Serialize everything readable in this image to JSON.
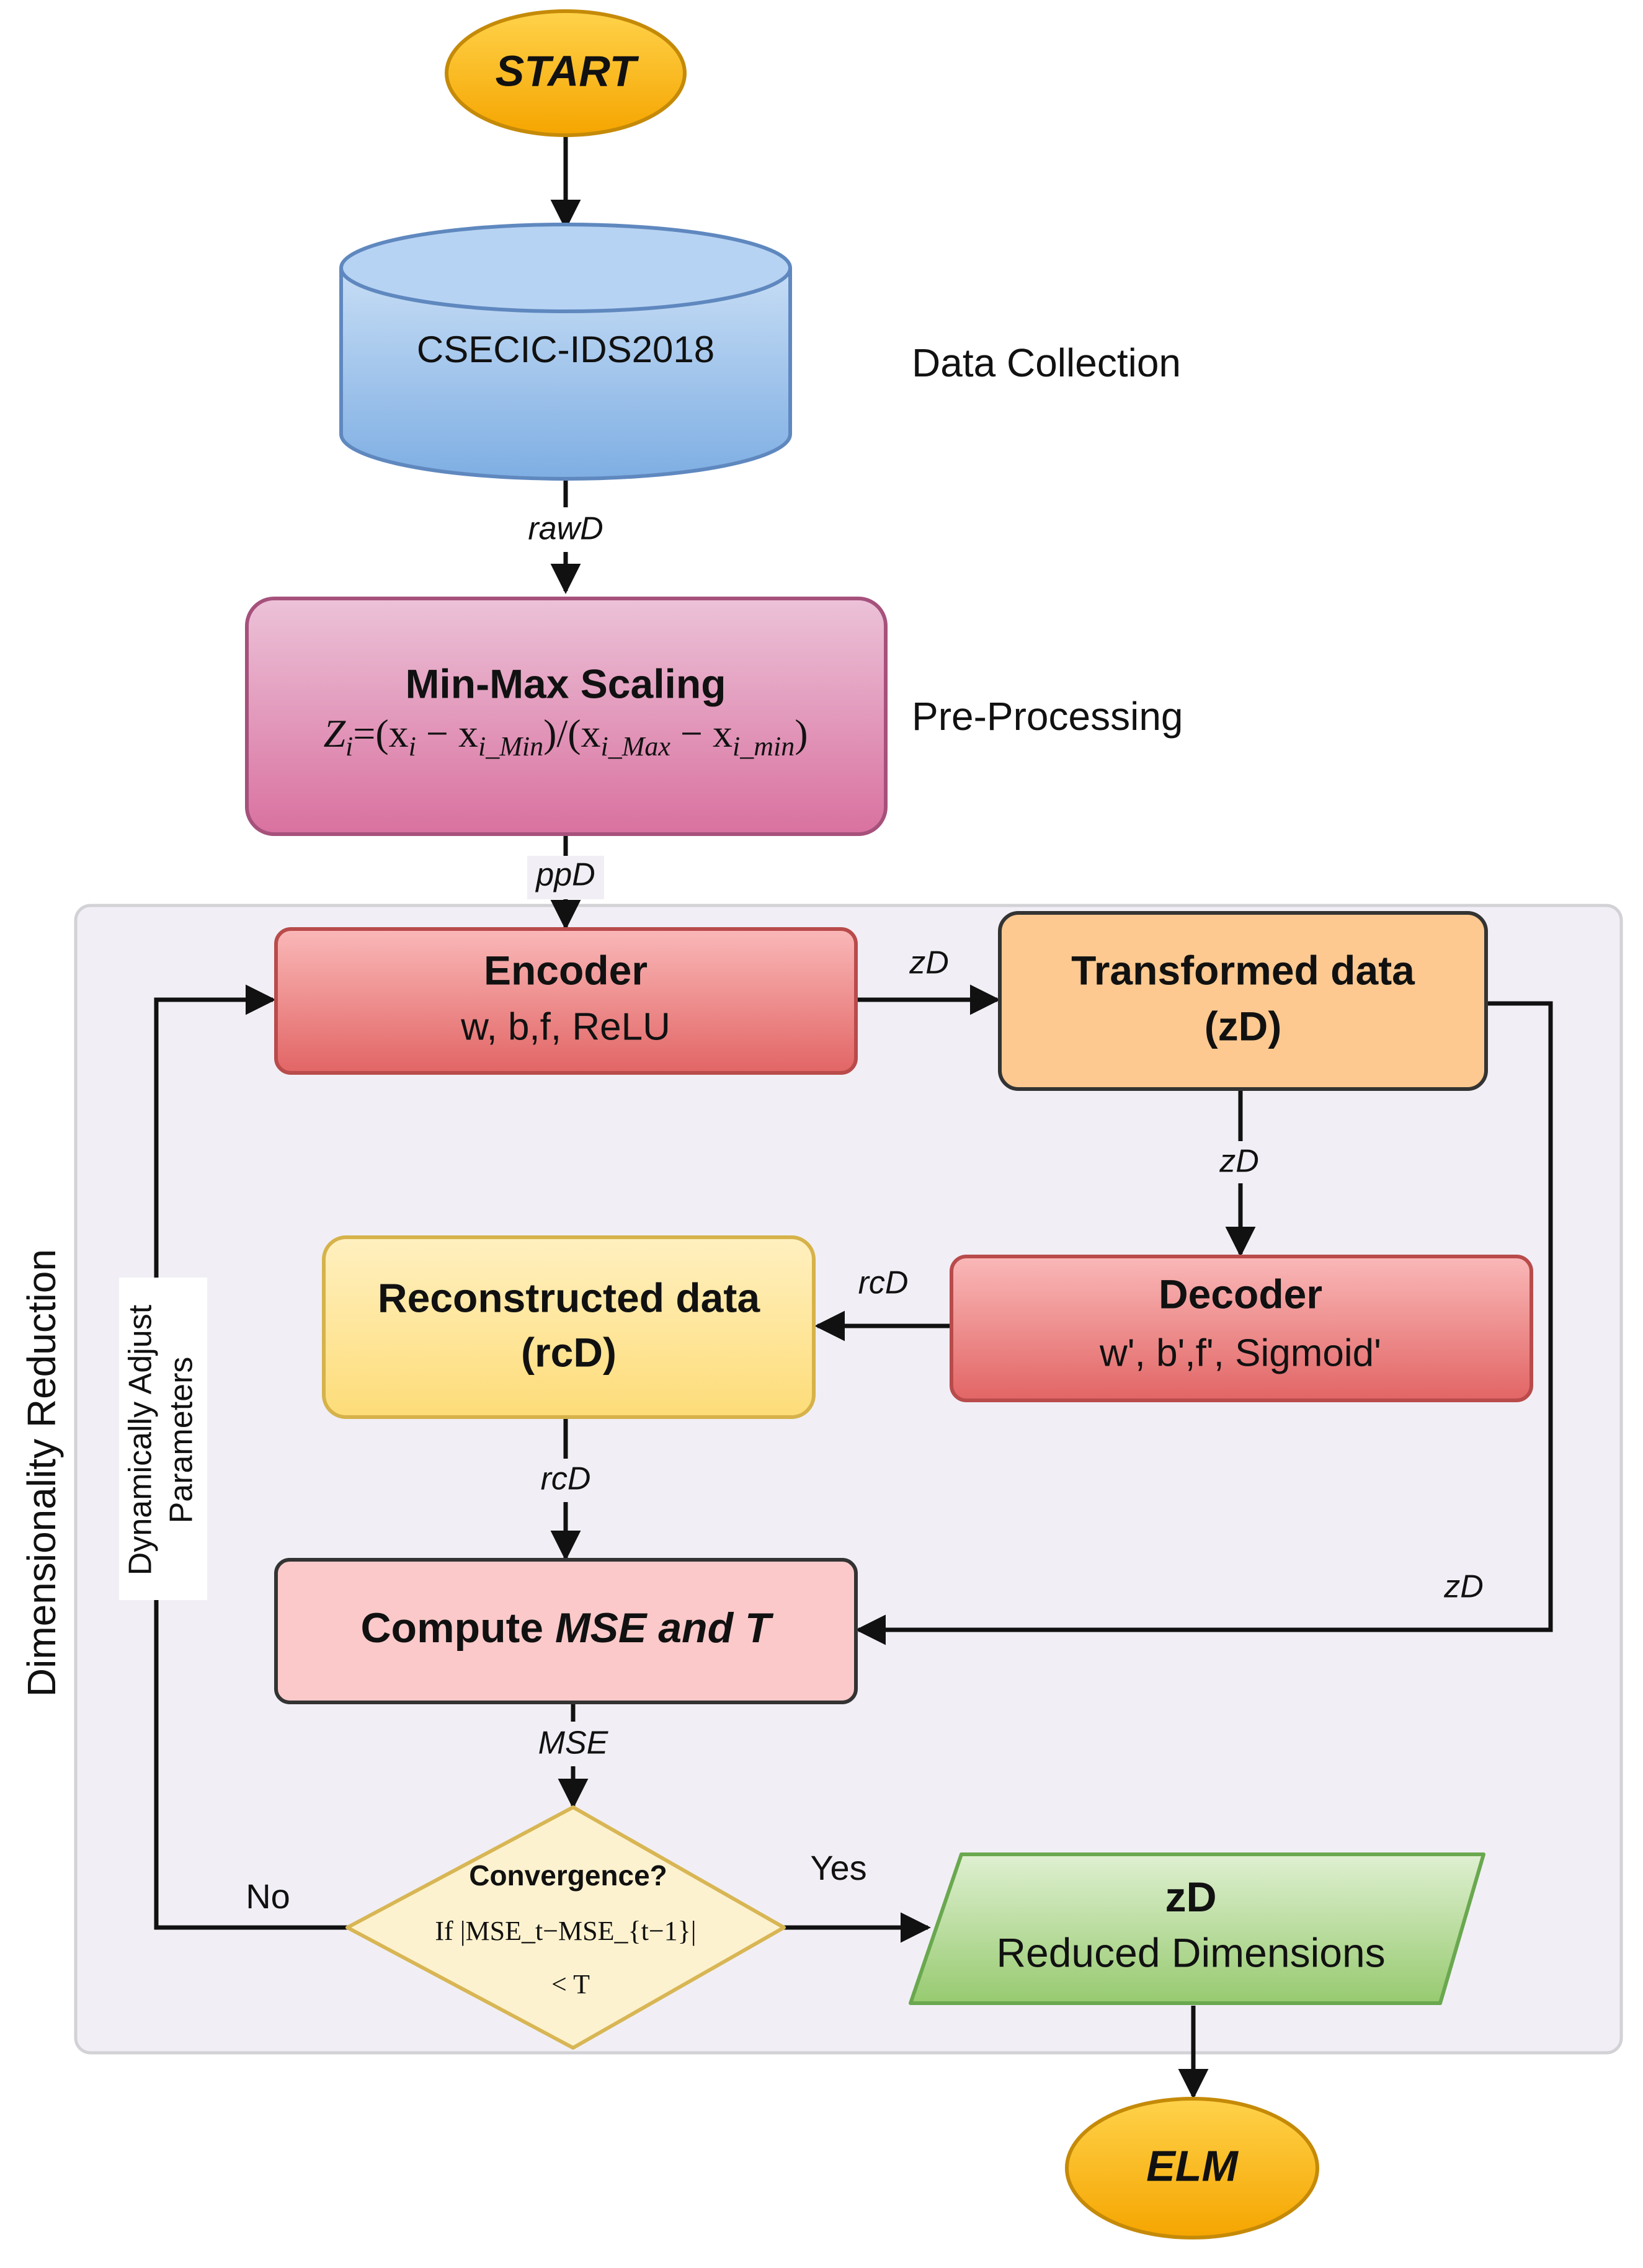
{
  "nodes": {
    "start": "START",
    "dataset": "CSECIC-IDS2018",
    "minmax_title": "Min-Max Scaling",
    "encoder_title": "Encoder",
    "encoder_params": "w, b,f, ReLU",
    "transformed_title": "Transformed data",
    "transformed_sub": "(zD)",
    "decoder_title": "Decoder",
    "decoder_params": "w', b',f', Sigmoid'",
    "reconstructed_title": "Reconstructed data",
    "reconstructed_sub": "(rcD)",
    "compute_prefix": "Compute ",
    "compute_italic": "MSE and T",
    "convergence_title": "Convergence?",
    "convergence_line1": "If |MSE_t−MSE_{t−1}|",
    "convergence_line2": "< T",
    "reduced_title": "zD",
    "reduced_sub": "Reduced Dimensions",
    "elm": "ELM"
  },
  "formula": {
    "z": "Z",
    "i": "i",
    "eq": "=(",
    "x": "x",
    "minus": " − ",
    "min_sub": "i_Min",
    "mid": ")/(",
    "max_sub": "i_Max",
    "min_sub2": "i_min",
    "close": ")"
  },
  "stages": {
    "data_collection": "Data Collection",
    "pre_processing": "Pre-Processing",
    "dimensionality_reduction": "Dimensionality Reduction"
  },
  "edges": {
    "raw": "rawD",
    "pp": "ppD",
    "zd_enc": "zD",
    "zd_dec": "zD",
    "rcd_rec": "rcD",
    "rcd_mse": "rcD",
    "zd_loop": "zD",
    "mse": "MSE",
    "yes": "Yes",
    "no": "No",
    "adjust_line1": "Dynamically Adjust",
    "adjust_line2": "Parameters"
  },
  "colors": {
    "start_fill": "#fbb414",
    "database_fill": "#9cc3ec",
    "minmax_fill": "#dc90b8",
    "encoder_fill": "#ec8282",
    "transformed_fill": "#fdc990",
    "decoder_fill": "#ec8282",
    "reconstructed_fill": "#fde79a",
    "compute_fill": "#fbc9c9",
    "convergence_fill": "#fdf2cf",
    "reduced_fill": "#b7dc9c",
    "panel_fill": "#f1eff5"
  }
}
